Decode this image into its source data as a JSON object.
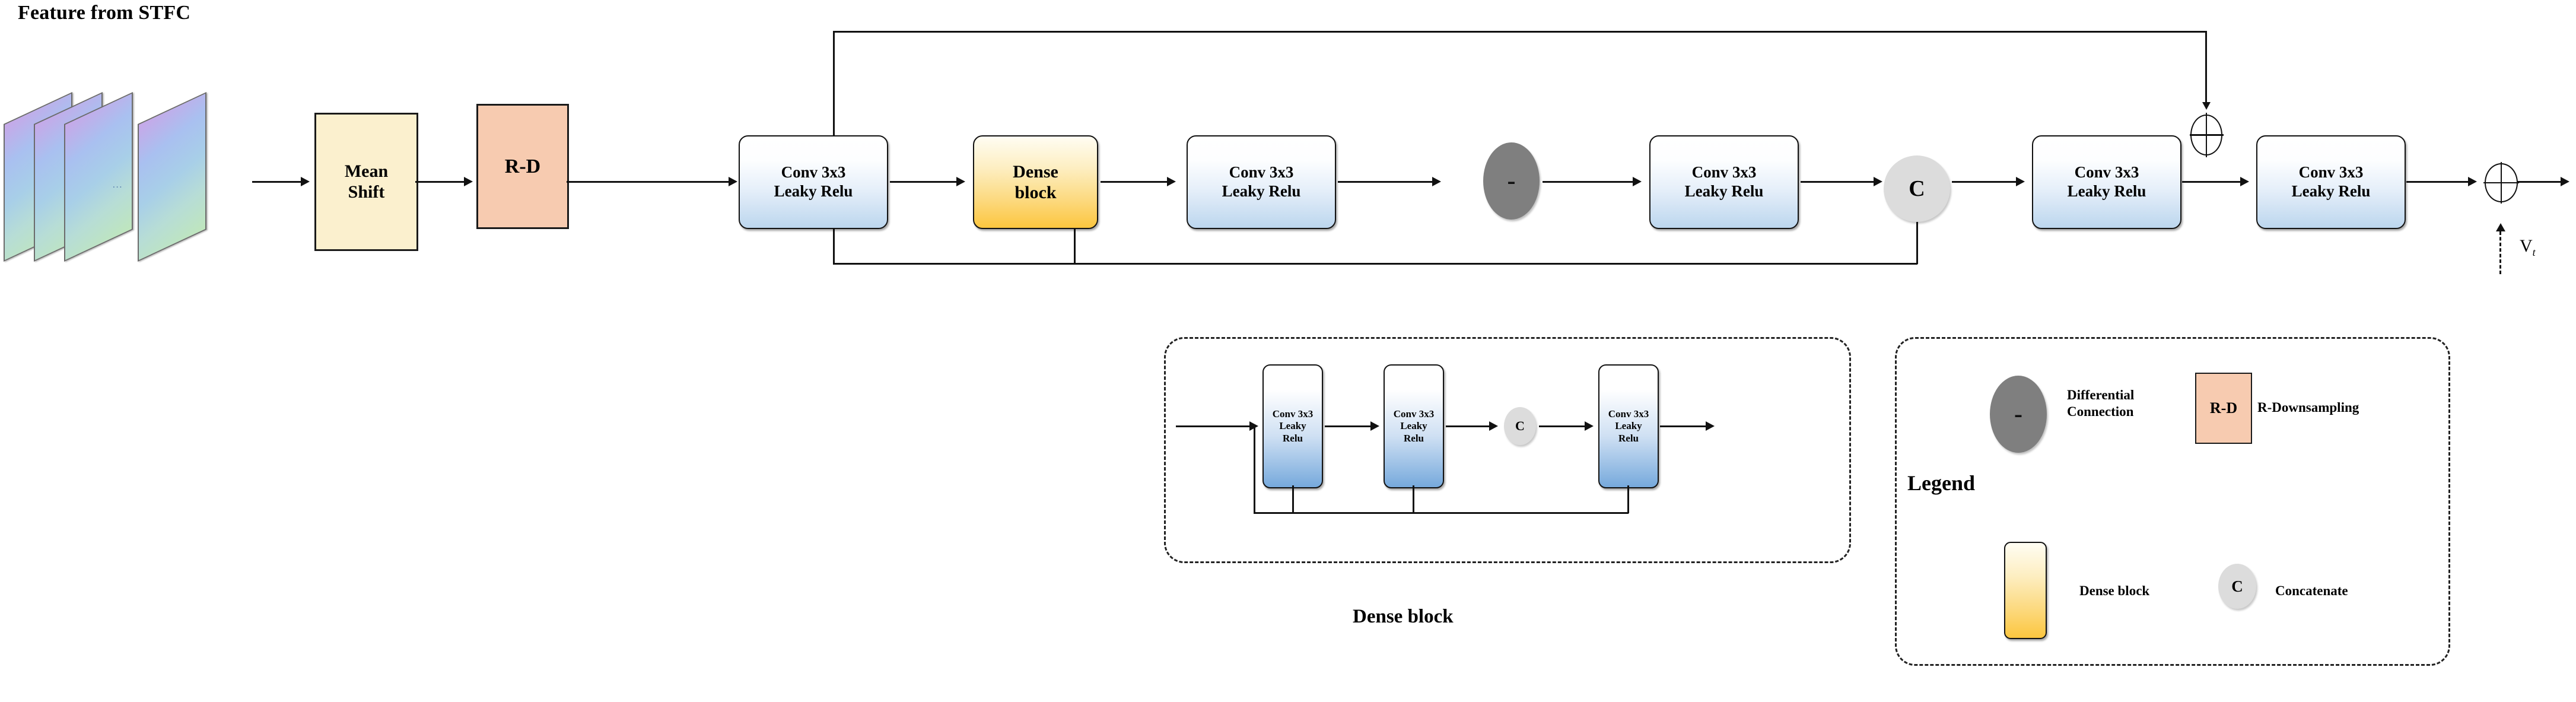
{
  "diagram": {
    "title": "Feature from STFC",
    "input_feature_maps": {
      "count": 4,
      "ellipsis": "..."
    },
    "main_pipeline": [
      {
        "id": "mean-shift",
        "label": "Mean\nShift",
        "lines": [
          "Mean",
          "Shift"
        ],
        "type": "rect-cream"
      },
      {
        "id": "r-d",
        "label": "R-D",
        "lines": [
          "R-D"
        ],
        "type": "rect-peach"
      },
      {
        "id": "conv-1",
        "label": "Conv 3x3 Leaky Relu",
        "lines": [
          "Conv 3x3",
          "Leaky Relu"
        ],
        "type": "conv"
      },
      {
        "id": "dense-block",
        "label": "Dense block",
        "lines": [
          "Dense",
          "block"
        ],
        "type": "dense"
      },
      {
        "id": "conv-2",
        "label": "Conv 3x3 Leaky Relu",
        "lines": [
          "Conv 3x3",
          "Leaky Relu"
        ],
        "type": "conv"
      },
      {
        "id": "subtract",
        "label": "-",
        "lines": [
          "-"
        ],
        "type": "ellipse-dark"
      },
      {
        "id": "conv-3",
        "label": "Conv 3x3 Leaky Relu",
        "lines": [
          "Conv 3x3",
          "Leaky Relu"
        ],
        "type": "conv"
      },
      {
        "id": "concat",
        "label": "C",
        "lines": [
          "C"
        ],
        "type": "ellipse-light"
      },
      {
        "id": "conv-4",
        "label": "Conv 3x3 Leaky Relu",
        "lines": [
          "Conv 3x3",
          "Leaky Relu"
        ],
        "type": "conv"
      },
      {
        "id": "add-1",
        "label": "+",
        "lines": [
          "+"
        ],
        "type": "plus"
      },
      {
        "id": "conv-5",
        "label": "Conv 3x3 Leaky Relu",
        "lines": [
          "Conv 3x3",
          "Leaky Relu"
        ],
        "type": "conv"
      },
      {
        "id": "add-2",
        "label": "+",
        "lines": [
          "+"
        ],
        "type": "plus"
      }
    ],
    "block_text": {
      "mean_shift_l1": "Mean",
      "mean_shift_l2": "Shift",
      "rd": "R-D",
      "conv_l1": "Conv 3x3",
      "conv_l2": "Leaky Relu",
      "dense_l1": "Dense",
      "dense_l2": "block",
      "minus": "-",
      "concat": "C"
    },
    "output": {
      "symbol": "V",
      "subscript": "t"
    },
    "dense_detail": {
      "caption": "Dense block",
      "blocks": [
        {
          "id": "db-conv-1",
          "lines": [
            "Conv 3x3",
            "Leaky",
            "Relu"
          ]
        },
        {
          "id": "db-conv-2",
          "lines": [
            "Conv 3x3",
            "Leaky",
            "Relu"
          ]
        },
        {
          "id": "db-concat",
          "lines": [
            "C"
          ]
        },
        {
          "id": "db-conv-3",
          "lines": [
            "Conv 3x3",
            "Leaky",
            "Relu"
          ]
        }
      ],
      "text": {
        "l1": "Conv 3x3",
        "l2": "Leaky",
        "l3": "Relu",
        "c": "C"
      }
    },
    "legend": {
      "title": "Legend",
      "items": [
        {
          "id": "legend-minus",
          "symbol": "-",
          "label_l1": "Differential",
          "label_l2": "Connection",
          "shape": "ellipse-dark"
        },
        {
          "id": "legend-rd",
          "symbol": "R-D",
          "label_l1": "R-Downsampling",
          "label_l2": "",
          "shape": "rect-peach"
        },
        {
          "id": "legend-dense",
          "symbol": "",
          "label_l1": "Dense block",
          "label_l2": "",
          "shape": "rounded-yellow"
        },
        {
          "id": "legend-concat",
          "symbol": "C",
          "label_l1": "Concatenate",
          "label_l2": "",
          "shape": "ellipse-light"
        }
      ]
    },
    "colors": {
      "mean_shift_fill": "#fbf0ce",
      "rd_fill": "#f7cbb0",
      "conv_fill_top": "#ffffff",
      "conv_fill_bottom": "#bcd6ee",
      "dense_fill_top": "#fffdf3",
      "dense_fill_bottom": "#fcc63f",
      "minus_circle": "#7f7f7f",
      "concat_circle": "#dcdcdc",
      "line": "#111111"
    }
  }
}
